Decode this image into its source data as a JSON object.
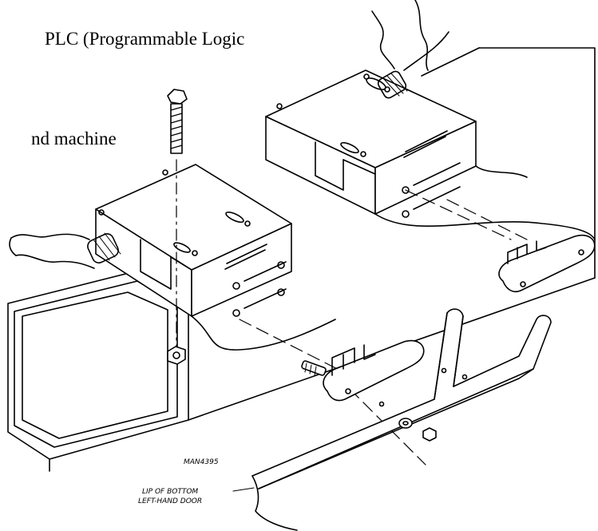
{
  "text": {
    "body_line_1": "PLC (Programmable Logic",
    "body_line_2": "nd machine"
  },
  "labels": {
    "drawing_number": "MAN4395",
    "callout_line_1": "LIP OF BOTTOM",
    "callout_line_2": "LEFT-HAND DOOR"
  }
}
